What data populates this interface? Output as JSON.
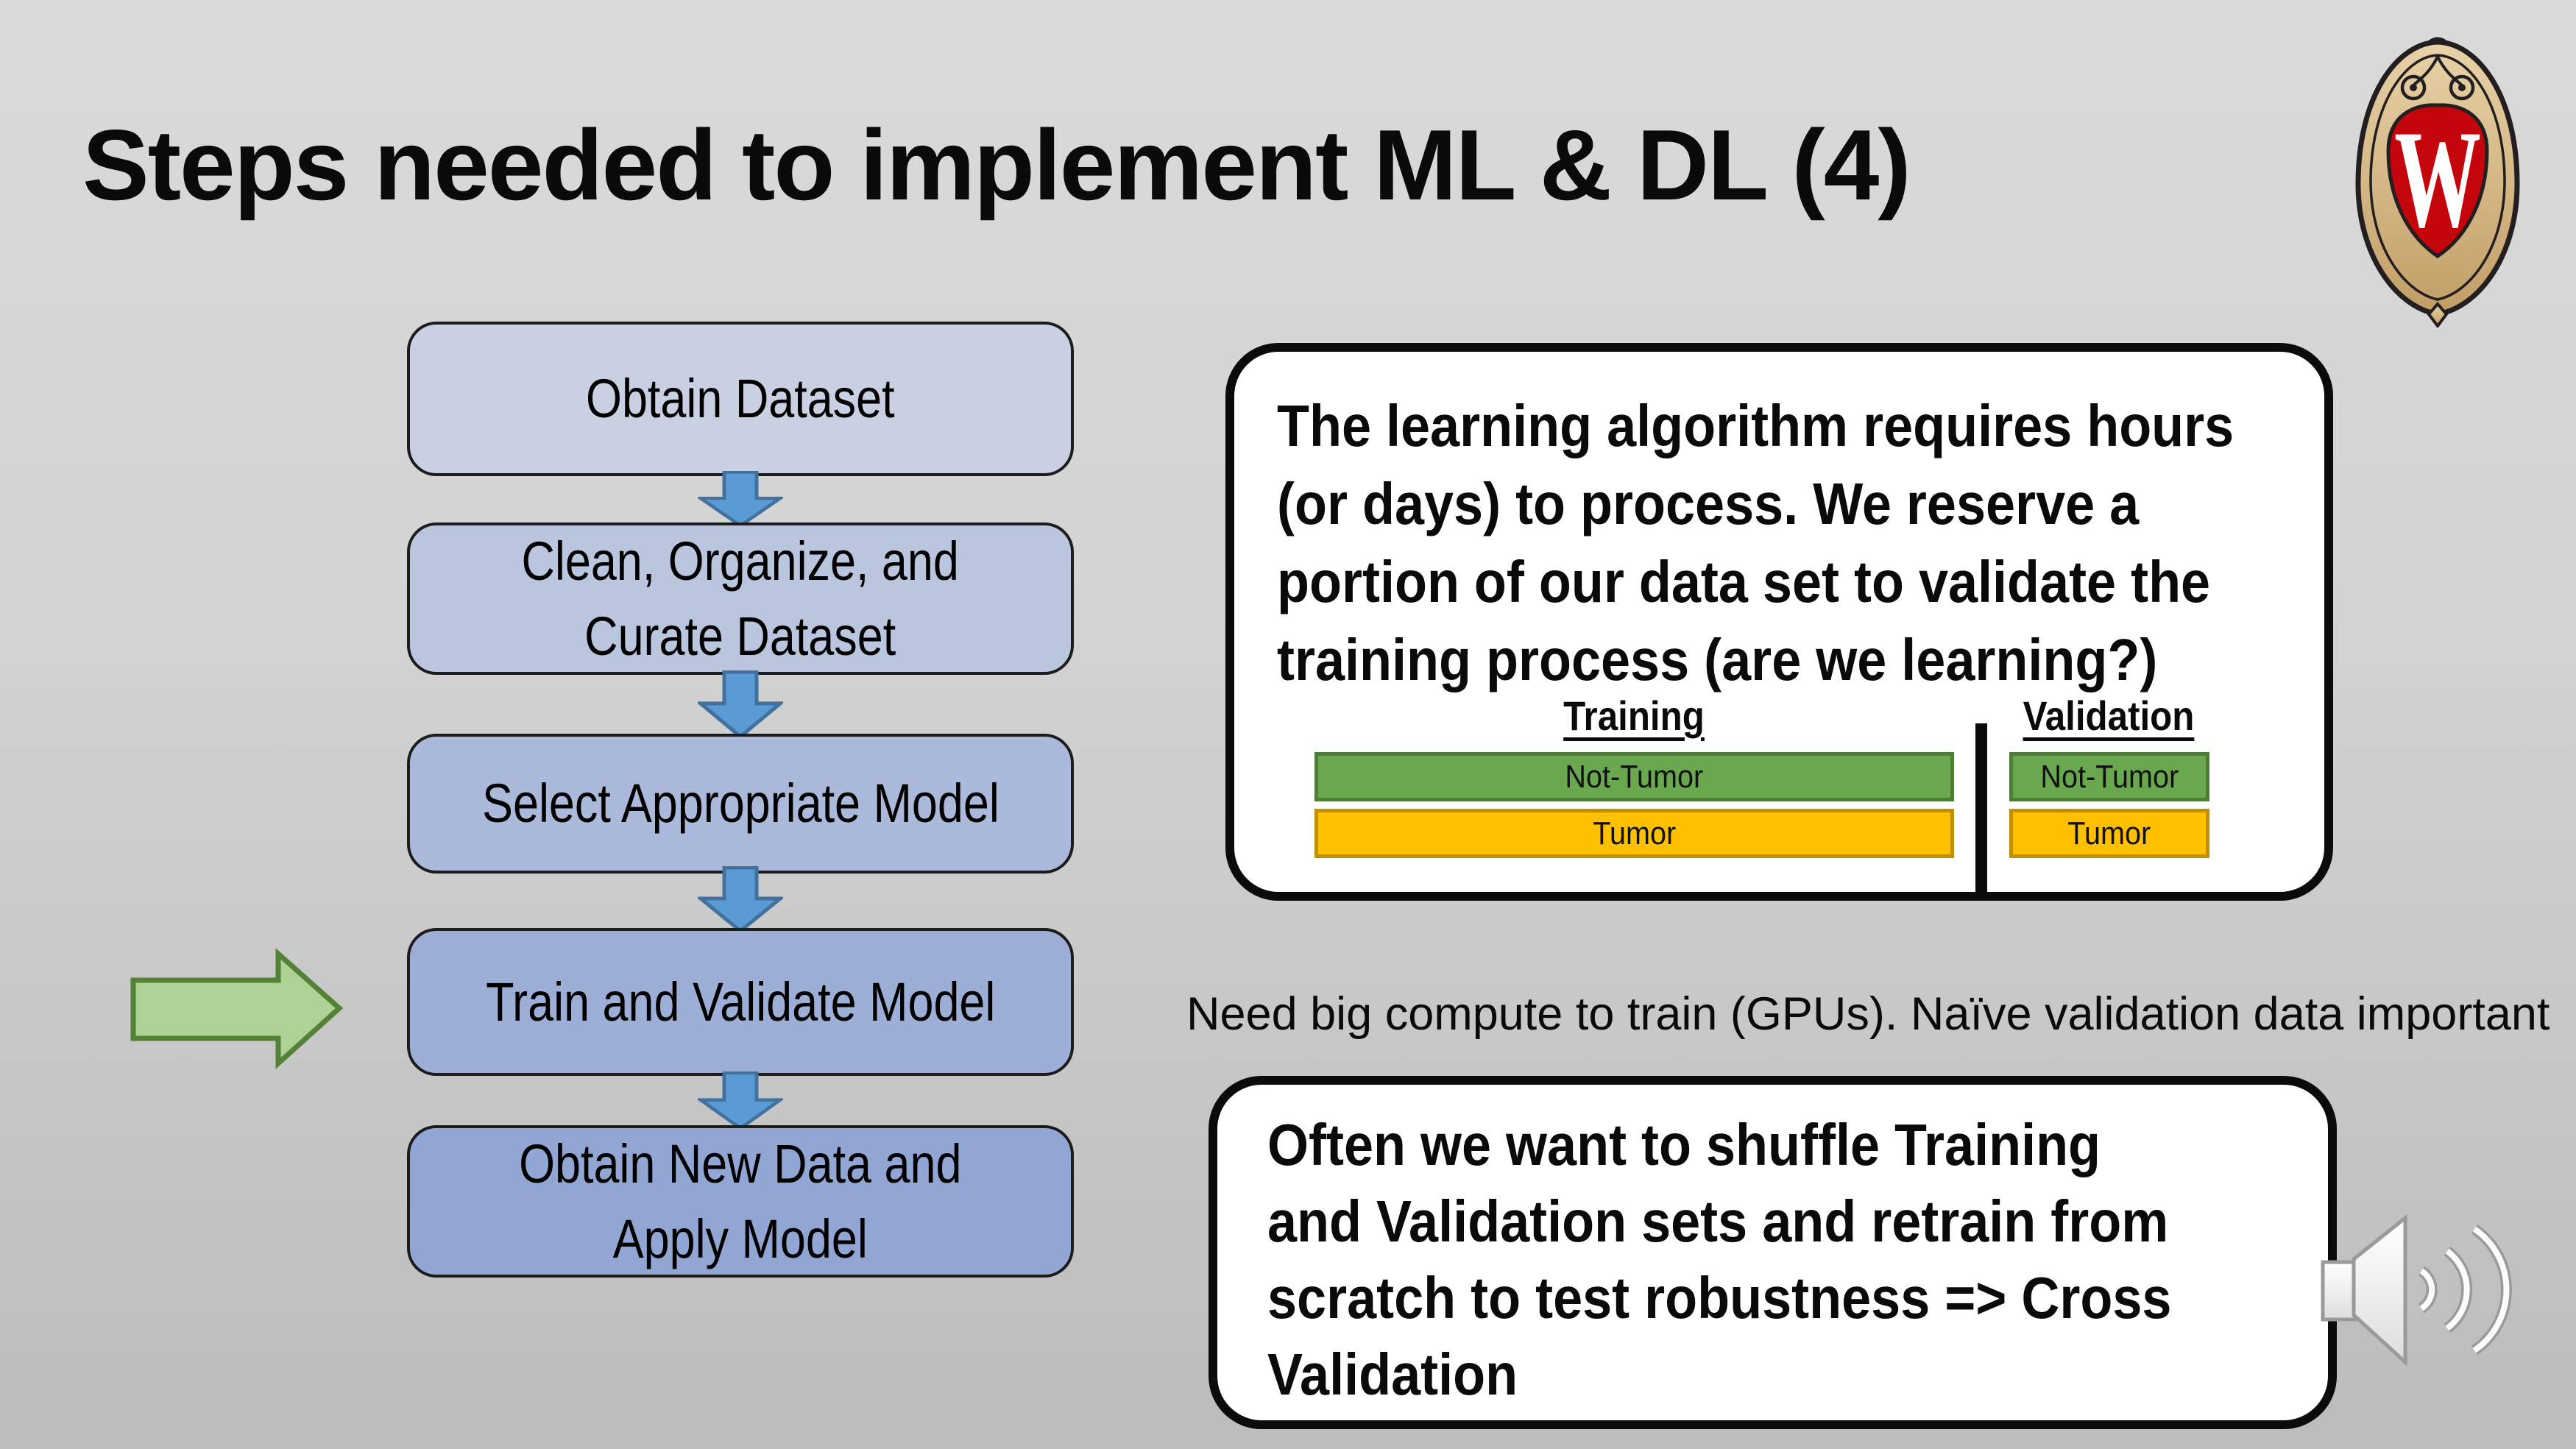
{
  "slide": {
    "title": "Steps needed to implement ML & DL (4)",
    "note": "Need big compute to train (GPUs). Naïve validation data important"
  },
  "flowchart": {
    "steps": [
      {
        "label": "Obtain Dataset",
        "fill": "#c9d0e1"
      },
      {
        "label": "Clean, Organize, and\nCurate Dataset",
        "fill": "#bac5de"
      },
      {
        "label": "Select Appropriate Model",
        "fill": "#abb9da"
      },
      {
        "label": "Train and Validate Model",
        "fill": "#9eafd7"
      },
      {
        "label": "Obtain New Data and\nApply Model",
        "fill": "#92a6d4"
      }
    ]
  },
  "callout1": {
    "text": "The learning algorithm requires hours\n(or days) to process. We reserve a\nportion of our data set to validate the\ntraining process (are we learning?)",
    "diagram": {
      "training_label": "Training",
      "validation_label": "Validation",
      "training_rows": [
        "Not-Tumor",
        "Tumor"
      ],
      "validation_rows": [
        "Not-Tumor",
        "Tumor"
      ]
    }
  },
  "callout2": {
    "text": "Often we want to shuffle Training\nand Validation sets and retrain from\nscratch to test robustness => Cross\nValidation"
  },
  "logo": {
    "letter": "W"
  },
  "colors": {
    "background_top": "#dadada",
    "background_bottom": "#bcbcbc",
    "arrow_blue": "#5b9bd5",
    "arrow_blue_border": "#41719c",
    "green_arrow": "#aed195",
    "green_arrow_border": "#538135",
    "bar_green": "#6aa84f",
    "bar_green_border": "#4e7e33",
    "bar_yellow": "#ffc000",
    "bar_yellow_border": "#bf9000",
    "crest_red": "#c5050c",
    "crest_tan": "#d7b98a"
  }
}
